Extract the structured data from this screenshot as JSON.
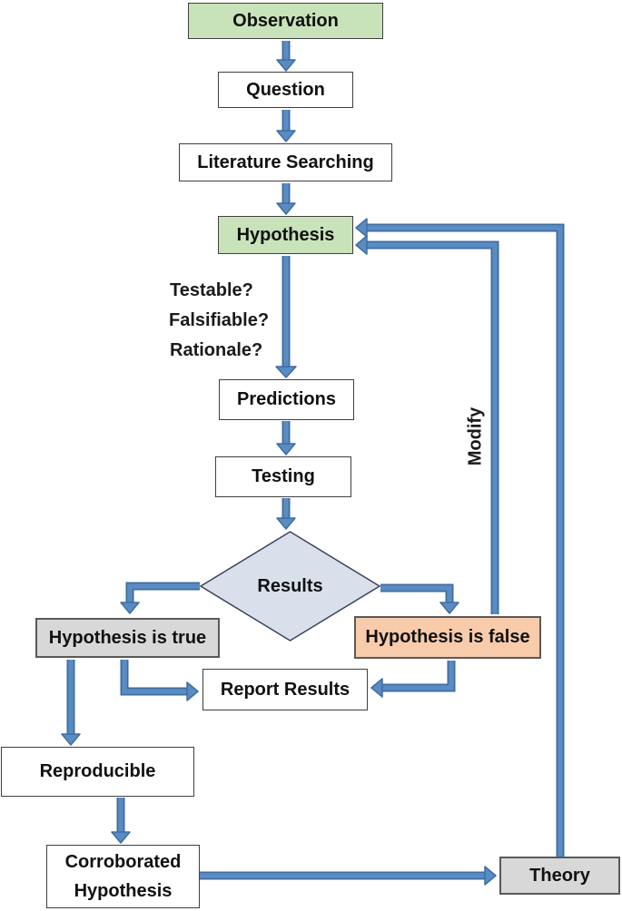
{
  "nodes": {
    "observation": {
      "label": "Observation"
    },
    "question": {
      "label": "Question"
    },
    "literature_searching": {
      "label": "Literature Searching"
    },
    "hypothesis": {
      "label": "Hypothesis"
    },
    "predictions": {
      "label": "Predictions"
    },
    "testing": {
      "label": "Testing"
    },
    "results": {
      "label": "Results"
    },
    "hypothesis_true": {
      "label": "Hypothesis is true"
    },
    "hypothesis_false": {
      "label": "Hypothesis is false"
    },
    "report_results": {
      "label": "Report Results"
    },
    "reproducible": {
      "label": "Reproducible"
    },
    "corroborated_hypothesis": {
      "label": "Corroborated Hypothesis"
    },
    "theory": {
      "label": "Theory"
    }
  },
  "annotations": {
    "testable": "Testable?",
    "falsifiable": "Falsifiable?",
    "rationale": "Rationale?",
    "modify": "Modify"
  },
  "colors": {
    "node_green": "#c8e3b9",
    "node_orange": "#f8cbab",
    "node_gray": "#d8d8d8",
    "node_white": "#ffffff",
    "diamond_fill": "#d9e0ec",
    "diamond_border": "#39445a",
    "arrow_fill": "#5a8cc4",
    "arrow_outline": "#3e6d9f",
    "box_border": "#3f3f3f",
    "text": "#111111"
  }
}
